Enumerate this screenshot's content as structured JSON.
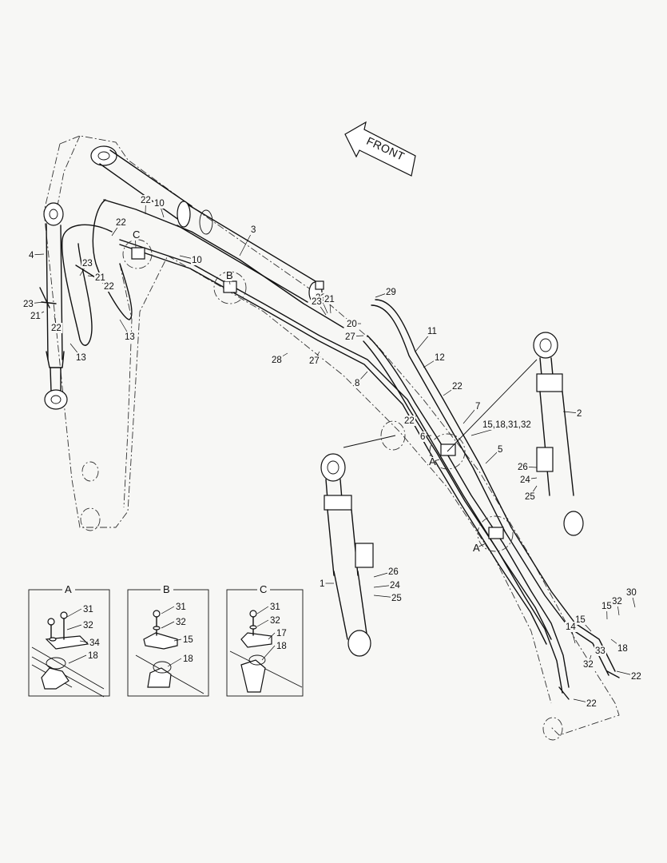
{
  "direction_label": "FRONT",
  "callouts": [
    {
      "id": "c-3",
      "text": "3"
    },
    {
      "id": "c-4",
      "text": "4"
    },
    {
      "id": "c-13a",
      "text": "13"
    },
    {
      "id": "c-13b",
      "text": "13"
    },
    {
      "id": "c-10a",
      "text": "10"
    },
    {
      "id": "c-10b",
      "text": "10"
    },
    {
      "id": "c-22a",
      "text": "22"
    },
    {
      "id": "c-22b",
      "text": "22"
    },
    {
      "id": "c-22c",
      "text": "22"
    },
    {
      "id": "c-22d",
      "text": "22"
    },
    {
      "id": "c-22e",
      "text": "22"
    },
    {
      "id": "c-22f",
      "text": "22"
    },
    {
      "id": "c-22g",
      "text": "22"
    },
    {
      "id": "c-22h",
      "text": "22"
    },
    {
      "id": "c-22i",
      "text": "22"
    },
    {
      "id": "c-21a",
      "text": "21"
    },
    {
      "id": "c-21b",
      "text": "21"
    },
    {
      "id": "c-21c",
      "text": "21"
    },
    {
      "id": "c-23a",
      "text": "23"
    },
    {
      "id": "c-23b",
      "text": "23"
    },
    {
      "id": "c-23c",
      "text": "23"
    },
    {
      "id": "c-29",
      "text": "29"
    },
    {
      "id": "c-20",
      "text": "20"
    },
    {
      "id": "c-27a",
      "text": "27"
    },
    {
      "id": "c-27b",
      "text": "27"
    },
    {
      "id": "c-28",
      "text": "28"
    },
    {
      "id": "c-8",
      "text": "8"
    },
    {
      "id": "c-11",
      "text": "11"
    },
    {
      "id": "c-12",
      "text": "12"
    },
    {
      "id": "c-7",
      "text": "7"
    },
    {
      "id": "c-6",
      "text": "6"
    },
    {
      "id": "c-5",
      "text": "5"
    },
    {
      "id": "c-2",
      "text": "2"
    },
    {
      "id": "c-1",
      "text": "1"
    },
    {
      "id": "c-15-18-31-32",
      "text": "15,18,31,32"
    },
    {
      "id": "c-26a",
      "text": "26"
    },
    {
      "id": "c-24a",
      "text": "24"
    },
    {
      "id": "c-25a",
      "text": "25"
    },
    {
      "id": "c-26b",
      "text": "26"
    },
    {
      "id": "c-24b",
      "text": "24"
    },
    {
      "id": "c-25b",
      "text": "25"
    },
    {
      "id": "c-30",
      "text": "30"
    },
    {
      "id": "c-32a",
      "text": "32"
    },
    {
      "id": "c-15a",
      "text": "15"
    },
    {
      "id": "c-15b",
      "text": "15"
    },
    {
      "id": "c-14",
      "text": "14"
    },
    {
      "id": "c-18a",
      "text": "18"
    },
    {
      "id": "c-32b",
      "text": "32"
    },
    {
      "id": "c-33",
      "text": "33"
    },
    {
      "id": "c-A1",
      "text": "A"
    },
    {
      "id": "c-A2",
      "text": "A"
    },
    {
      "id": "c-B",
      "text": "B"
    },
    {
      "id": "c-C",
      "text": "C"
    }
  ],
  "details": [
    {
      "title": "A",
      "parts": [
        "31",
        "32",
        "34",
        "18"
      ]
    },
    {
      "title": "B",
      "parts": [
        "31",
        "32",
        "15",
        "18"
      ]
    },
    {
      "title": "C",
      "parts": [
        "31",
        "32",
        "17",
        "18"
      ]
    }
  ]
}
